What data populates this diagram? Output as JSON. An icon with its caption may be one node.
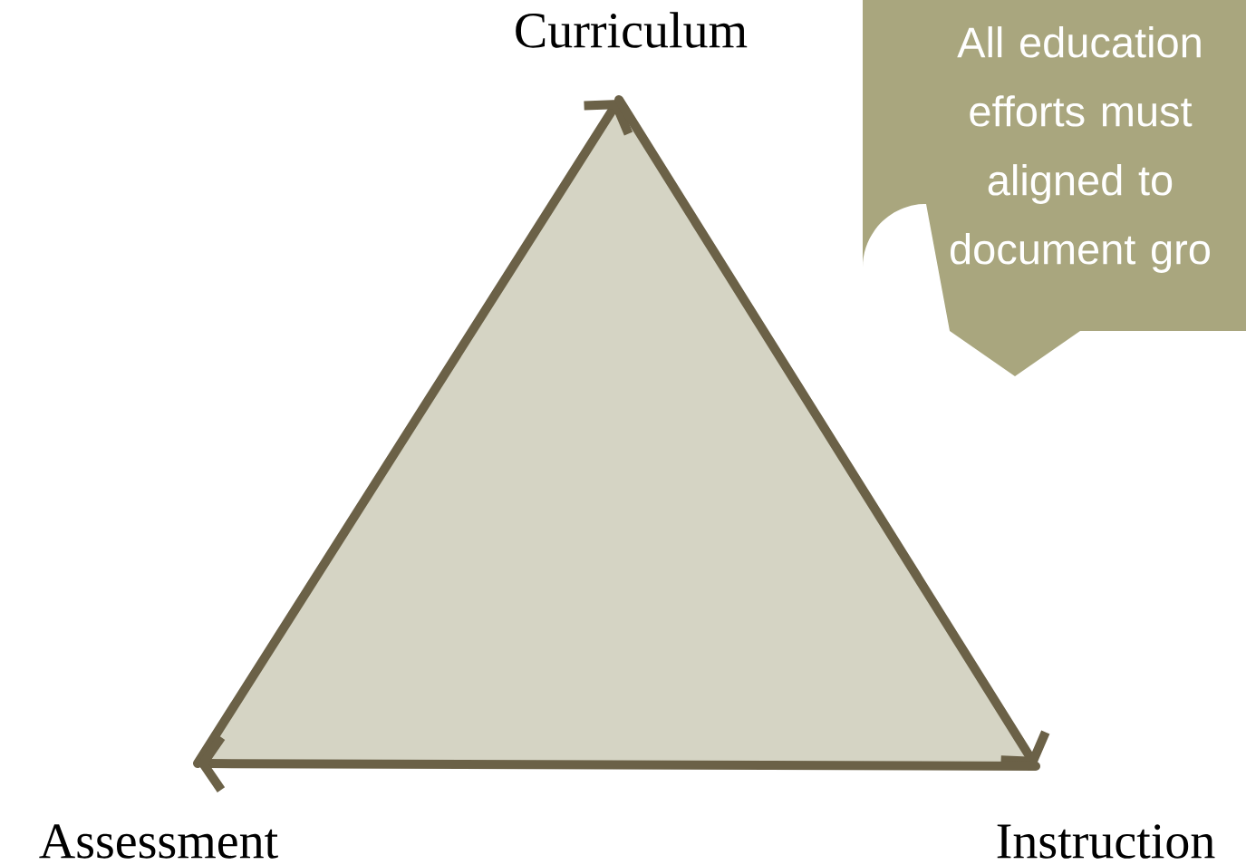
{
  "diagram": {
    "nodes": [
      {
        "text": [
          "Curriculum"
        ]
      },
      {
        "text": [
          "Assessment"
        ]
      },
      {
        "text": [
          "Instruction"
        ]
      },
      {
        "text": [
          "All education efforts must aligned to document gro"
        ]
      }
    ],
    "edges": [
      {
        "from": 1,
        "to": 0,
        "arrow": "to"
      },
      {
        "from": 0,
        "to": 2,
        "arrow": "to"
      },
      {
        "from": 2,
        "to": 1,
        "arrow": "to"
      }
    ]
  }
}
